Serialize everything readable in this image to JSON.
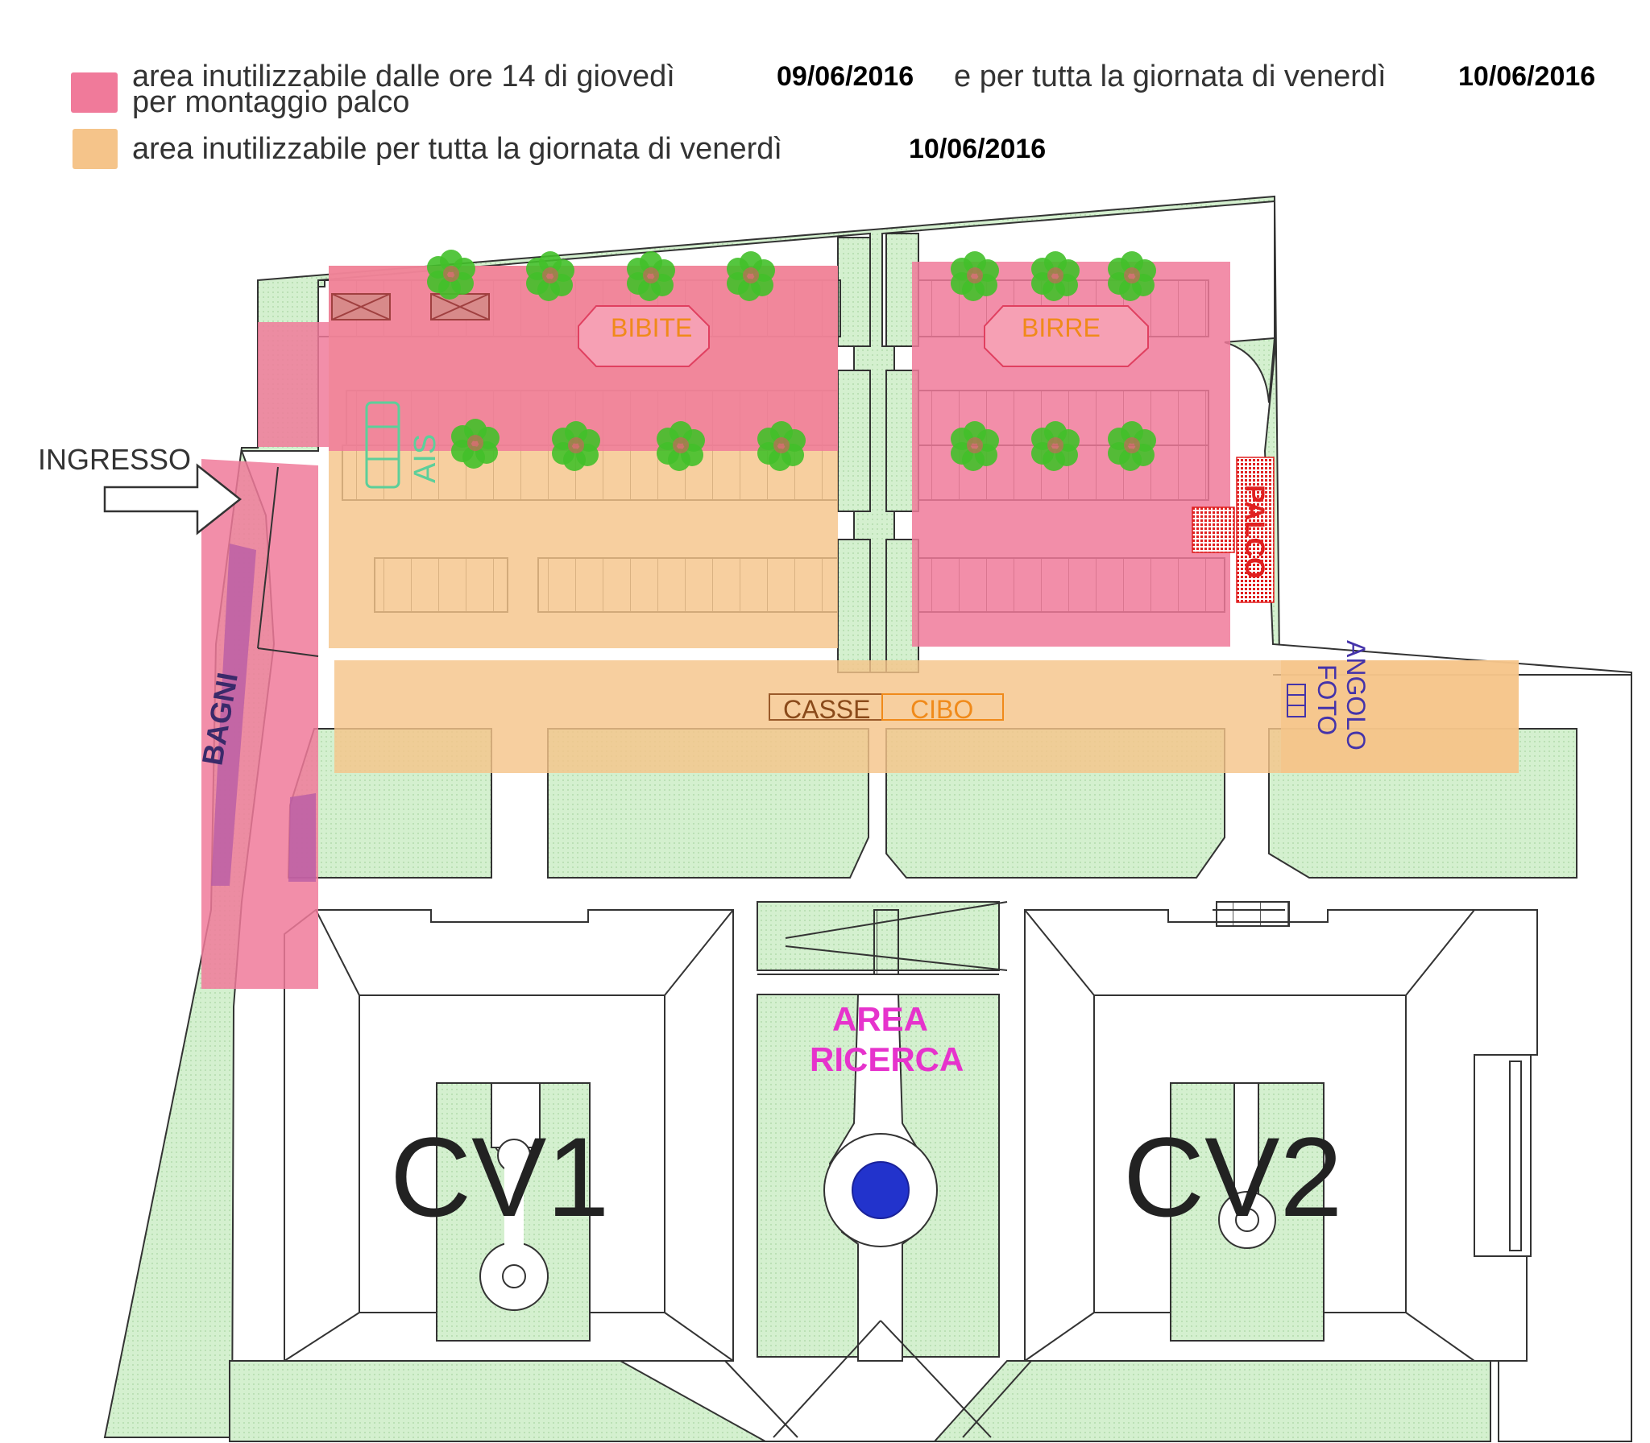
{
  "legend": {
    "item1": {
      "line1_part1": "area inutilizzabile dalle ore 14 di giovedì",
      "date1": "09/06/2016",
      "line1_part2": "e per tutta la giornata di venerdì",
      "date2": "10/06/2016",
      "line2": "per montaggio palco",
      "color": "#f07a9a"
    },
    "item2": {
      "text": "area inutilizzabile per tutta la giornata di venerdì",
      "date": "10/06/2016",
      "color": "#f5c48a"
    }
  },
  "map_labels": {
    "ingresso": "INGRESSO",
    "bagni": "BAGNI",
    "ais": "AIS",
    "bibite": "BIBITE",
    "birre": "BIRRE",
    "palco": "PALCO",
    "casse": "CASSE",
    "cibo": "CIBO",
    "angolo": "ANGOLO",
    "foto": "FOTO",
    "area": "AREA",
    "ricerca": "RICERCA",
    "cv1": "CV1",
    "cv2": "CV2"
  },
  "colors": {
    "grass": "#d4f0cf",
    "pink_zone": "#f07a9a",
    "orange_zone": "#f5c48a",
    "tree": "#43c02a",
    "palco_red": "#e02020",
    "label_orange": "#f08a1a",
    "label_pink": "#e633cc",
    "label_purple": "#4433aa",
    "fountain_blue": "#2233cc",
    "ais_green": "#5ccf9a"
  }
}
